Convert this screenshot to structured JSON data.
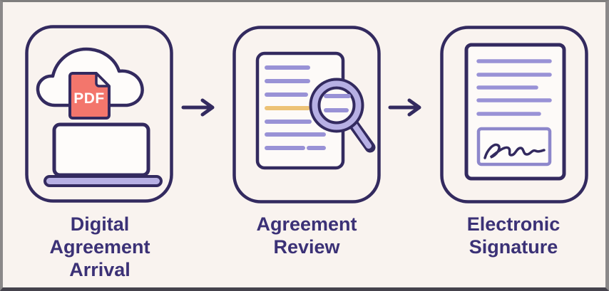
{
  "diagram": {
    "type": "process-flow",
    "background": "#f9f3ef",
    "frame_border_gray": "#8b8889",
    "frame_border_bottom": "#45424c",
    "outline_color": "#332a5f",
    "label_color": "#3b3176",
    "steps": [
      {
        "name": "digital-agreement-arrival",
        "label": "Digital Agreement Arrival",
        "icon": "cloud-pdf-laptop-icon",
        "badge": "PDF"
      },
      {
        "name": "agreement-review",
        "label": "Agreement Review",
        "icon": "document-magnifier-icon"
      },
      {
        "name": "electronic-signature",
        "label": "Electronic Signature",
        "icon": "signed-document-icon"
      }
    ],
    "connectors": [
      {
        "name": "arrow-1",
        "icon": "right-arrow-icon"
      },
      {
        "name": "arrow-2",
        "icon": "right-arrow-icon"
      }
    ],
    "palette": {
      "lavender": "#b7b0e4",
      "doc_line_purple": "#9992d6",
      "highlight_line_orange": "#edc276",
      "pdf_red": "#f3766c",
      "signature_box_purple": "#8d87cb",
      "paper_white": "#fdfaf8"
    }
  }
}
